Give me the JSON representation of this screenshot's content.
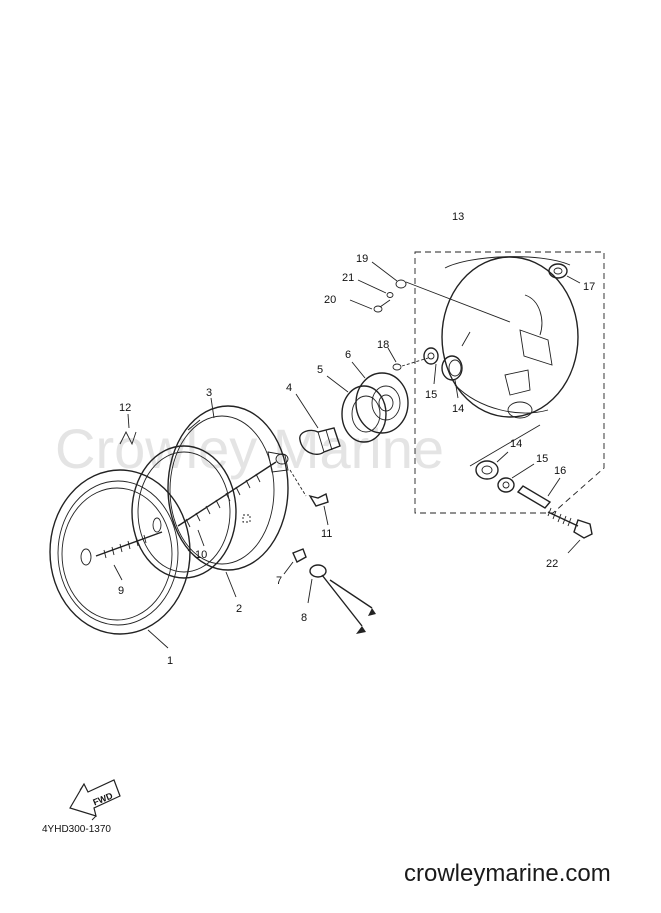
{
  "diagram": {
    "watermark_text": "Crowley Marine",
    "diagram_code": "4YHD300-1370",
    "site_text": "crowleymarine.com",
    "fwd_label": "FWD",
    "callouts": [
      "1",
      "2",
      "3",
      "4",
      "5",
      "6",
      "7",
      "8",
      "9",
      "10",
      "11",
      "12",
      "13",
      "14",
      "15",
      "16",
      "17",
      "18",
      "19",
      "20",
      "21",
      "22",
      "14",
      "15"
    ]
  }
}
